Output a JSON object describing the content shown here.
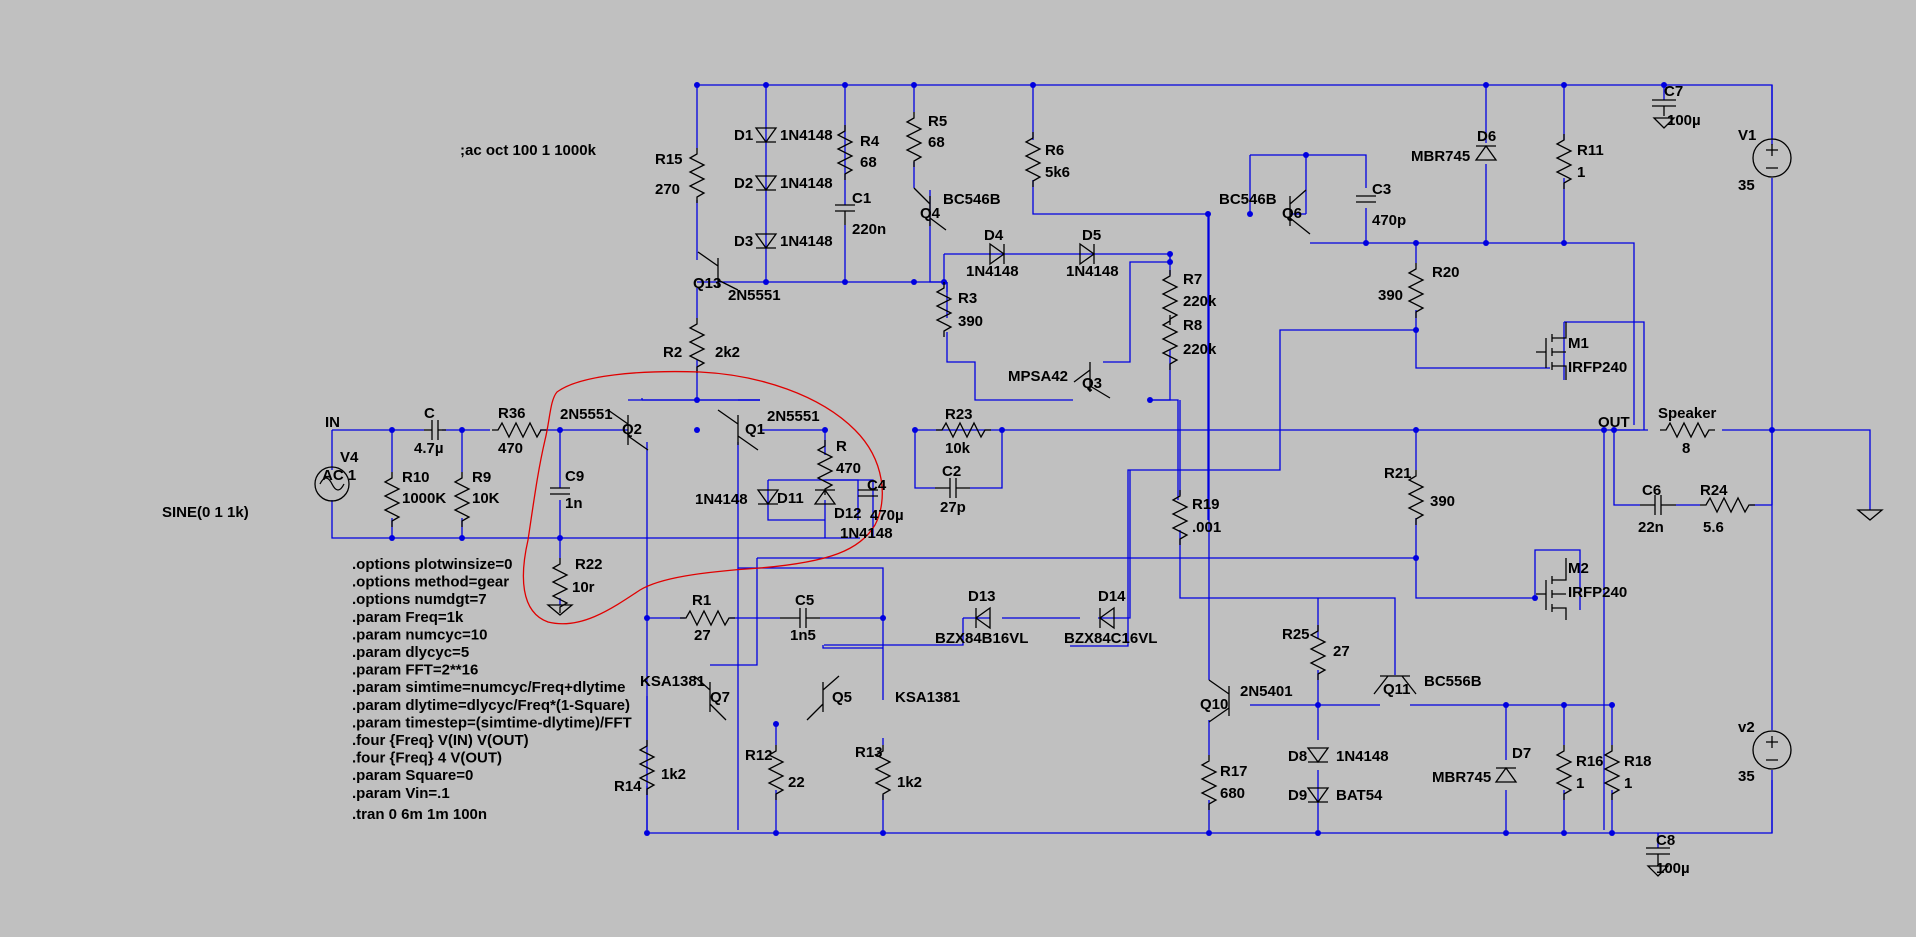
{
  "directives": {
    "ac": ";ac oct 100 1 1000k",
    "lines": [
      ".options plotwinsize=0",
      ".options method=gear",
      ".options numdgt=7",
      ".param Freq=1k",
      ".param numcyc=10",
      ".param dlycyc=5",
      ".param FFT=2**16",
      ".param simtime=numcyc/Freq+dlytime",
      ".param dlytime=dlycyc/Freq*(1-Square)",
      ".param timestep=(simtime-dlytime)/FFT",
      ".four {Freq}  V(IN) V(OUT)",
      ".four {Freq} 4 V(OUT)",
      ".param Square=0",
      ".param Vin=.1"
    ],
    "tran": ".tran 0 6m 1m 100n"
  },
  "source": {
    "name": "V4",
    "value": "AC 1",
    "spec": "SINE(0 1 1k)"
  },
  "nets": {
    "in": "IN",
    "out": "OUT"
  },
  "labels": {
    "R15": "R15",
    "R15v": "270",
    "D1": "D1",
    "D1v": "1N4148",
    "D2": "D2",
    "D2v": "1N4148",
    "D3": "D3",
    "D3v": "1N4148",
    "R4": "R4",
    "R4v": "68",
    "C1": "C1",
    "C1v": "220n",
    "R5": "R5",
    "R5v": "68",
    "R6": "R6",
    "R6v": "5k6",
    "Q4": "Q4",
    "Q4v": "BC546B",
    "D4": "D4",
    "D4v": "1N4148",
    "D5": "D5",
    "D5v": "1N4148",
    "R7": "R7",
    "R7v": "220k",
    "R8": "R8",
    "R8v": "220k",
    "R3": "R3",
    "R3v": "390",
    "Q13": "Q13",
    "Q13v": "2N5551",
    "R2": "R2",
    "R2v": "2k2",
    "Q3": "Q3",
    "Q3v": "MPSA42",
    "Q6": "Q6",
    "Q6v": "BC546B",
    "C3": "C3",
    "C3v": "470p",
    "D6": "D6",
    "D6v": "MBR745",
    "R11": "R11",
    "R11v": "1",
    "C7": "C7",
    "C7v": "100µ",
    "V1": "V1",
    "V1v": "35",
    "R20": "R20",
    "R20v": "390",
    "M1": "M1",
    "M1v": "IRFP240",
    "C": "C",
    "Cv": "4.7µ",
    "R36": "R36",
    "R36v": "470",
    "R10": "R10",
    "R10v": "1000K",
    "R9": "R9",
    "R9v": "10K",
    "C9": "C9",
    "C9v": "1n",
    "R22": "R22",
    "R22v": "10r",
    "Q2": "Q2",
    "Q2v": "2N5551",
    "Q1": "Q1",
    "Q1v": "2N5551",
    "R": "R",
    "Rv": "470",
    "C4": "C4",
    "C4v": "470µ",
    "D11": "D11",
    "D11v": "1N4148",
    "D12": "D12",
    "D12v": "1N4148",
    "R23": "R23",
    "R23v": "10k",
    "C2": "C2",
    "C2v": "27p",
    "Speaker": "Speaker",
    "Speakerv": "8",
    "R21": "R21",
    "R21v": "390",
    "C6": "C6",
    "C6v": "22n",
    "R24": "R24",
    "R24v": "5.6",
    "R19": "R19",
    "R19v": ".001",
    "M2": "M2",
    "M2v": "IRFP240",
    "R1": "R1",
    "R1v": "27",
    "C5": "C5",
    "C5v": "1n5",
    "D13": "D13",
    "D13v": "BZX84B16VL",
    "D14": "D14",
    "D14v": "BZX84C16VL",
    "Q7": "Q7",
    "Q7v": "KSA1381",
    "Q5": "Q5",
    "Q5v": "KSA1381",
    "R12": "R12",
    "R12v": "22",
    "R13": "R13",
    "R13v": "1k2",
    "R14": "R14",
    "R14v": "1k2",
    "R25": "R25",
    "R25v": "27",
    "Q10": "Q10",
    "Q10v": "2N5401",
    "Q11": "Q11",
    "Q11v": "BC556B",
    "D8": "D8",
    "D8v": "1N4148",
    "D9": "D9",
    "D9v": "BAT54",
    "R17": "R17",
    "R17v": "680",
    "D7": "D7",
    "D7v": "MBR745",
    "R16": "R16",
    "R16v": "1",
    "R18": "R18",
    "R18v": "1",
    "C8": "C8",
    "C8v": "100µ",
    "V2": "v2",
    "V2v": "35"
  },
  "colors": {
    "wire": "#0000e0",
    "background": "#c0c0c0",
    "component": "#000000",
    "annotation": "#e00000"
  }
}
